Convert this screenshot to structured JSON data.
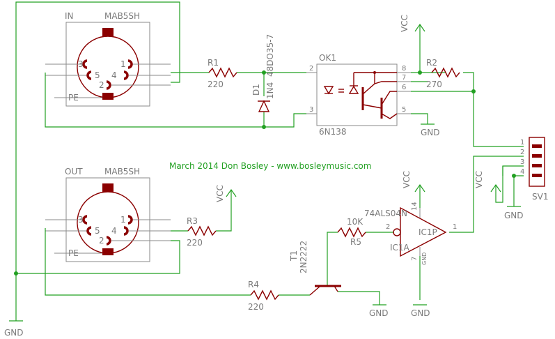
{
  "credit": "March 2014 Don Bosley - www.bosleymusic.com",
  "connectors": {
    "in": {
      "label": "IN",
      "part": "MAB5SH",
      "pins": [
        "3",
        "1",
        "5",
        "4",
        "2"
      ],
      "pe": "PE"
    },
    "out": {
      "label": "OUT",
      "part": "MAB5SH",
      "pins": [
        "3",
        "1",
        "5",
        "4",
        "2"
      ],
      "pe": "PE"
    }
  },
  "resistors": {
    "r1": {
      "name": "R1",
      "value": "220"
    },
    "r2": {
      "name": "R2",
      "value": "270"
    },
    "r3": {
      "name": "R3",
      "value": "220"
    },
    "r4": {
      "name": "R4",
      "value": "220"
    },
    "r5": {
      "name": "R5",
      "value": "10K"
    }
  },
  "diode": {
    "name": "D1",
    "part": "1N4",
    "part2": "48DO35-7"
  },
  "optocoupler": {
    "name": "OK1",
    "part": "6N138",
    "pins": [
      "2",
      "3",
      "8",
      "7",
      "6",
      "5"
    ]
  },
  "transistor": {
    "name": "T1",
    "part": "2N2222"
  },
  "inverter": {
    "name": "IC1A",
    "part": "74ALS04N",
    "supply": "IC1P",
    "pin_in": "2",
    "pin_out": "1",
    "pin_vcc": "14",
    "pin_gnd": "7",
    "gnd_label": "GND"
  },
  "header": {
    "name": "SV1",
    "pins": [
      "1",
      "2",
      "3",
      "4"
    ]
  },
  "power": {
    "vcc": "VCC",
    "gnd": "GND"
  }
}
